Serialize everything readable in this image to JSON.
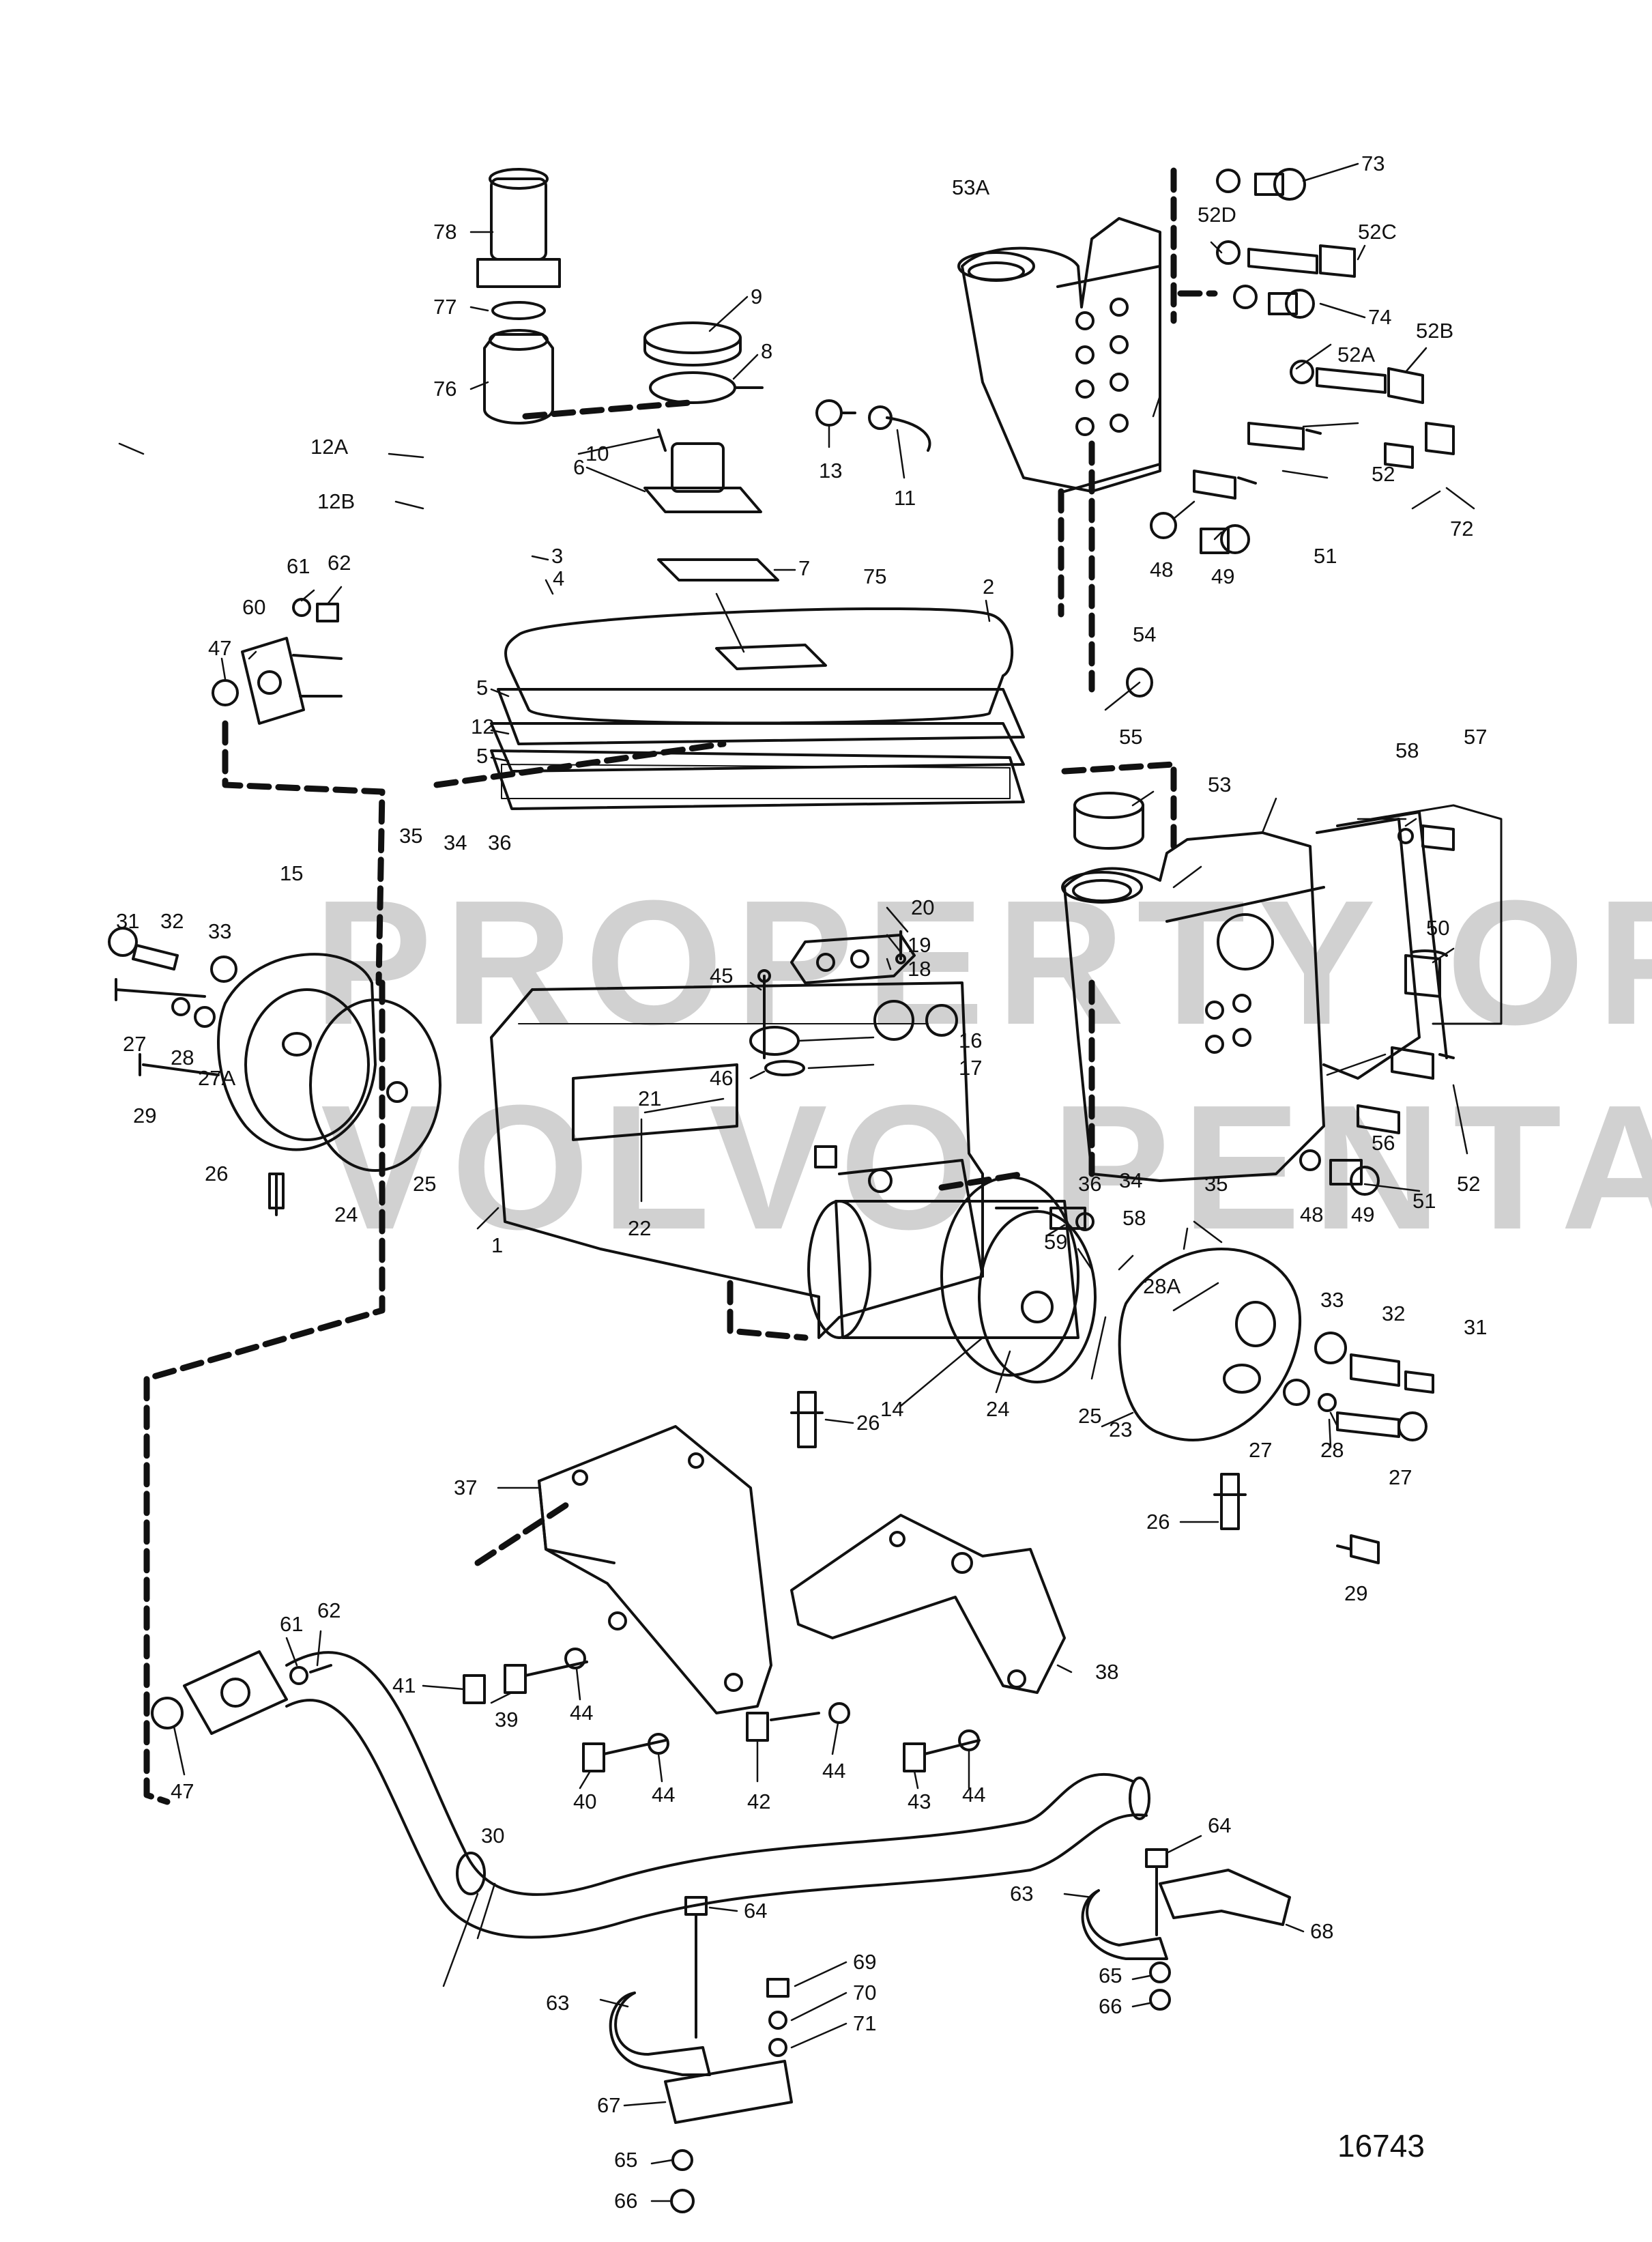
{
  "drawing_number": "16743",
  "watermark": [
    "PROPERTY OF",
    "VOLVO PENTA"
  ],
  "colors": {
    "ink": "#111111",
    "paper": "#ffffff",
    "watermark": "#9a9a9a"
  },
  "labels": [
    {
      "id": "1",
      "text": "1"
    },
    {
      "id": "2",
      "text": "2"
    },
    {
      "id": "3",
      "text": "3"
    },
    {
      "id": "4",
      "text": "4"
    },
    {
      "id": "5a",
      "text": "5"
    },
    {
      "id": "5b",
      "text": "5"
    },
    {
      "id": "6",
      "text": "6"
    },
    {
      "id": "7",
      "text": "7"
    },
    {
      "id": "8",
      "text": "8"
    },
    {
      "id": "9",
      "text": "9"
    },
    {
      "id": "10",
      "text": "10"
    },
    {
      "id": "11",
      "text": "11"
    },
    {
      "id": "12",
      "text": "12"
    },
    {
      "id": "12A",
      "text": "12A"
    },
    {
      "id": "12B",
      "text": "12B"
    },
    {
      "id": "13",
      "text": "13"
    },
    {
      "id": "14",
      "text": "14"
    },
    {
      "id": "15",
      "text": "15"
    },
    {
      "id": "16",
      "text": "16"
    },
    {
      "id": "17",
      "text": "17"
    },
    {
      "id": "18",
      "text": "18"
    },
    {
      "id": "19",
      "text": "19"
    },
    {
      "id": "20",
      "text": "20"
    },
    {
      "id": "21",
      "text": "21"
    },
    {
      "id": "22",
      "text": "22"
    },
    {
      "id": "23",
      "text": "23"
    },
    {
      "id": "24a",
      "text": "24"
    },
    {
      "id": "24b",
      "text": "24"
    },
    {
      "id": "25a",
      "text": "25"
    },
    {
      "id": "25b",
      "text": "25"
    },
    {
      "id": "26a",
      "text": "26"
    },
    {
      "id": "26b",
      "text": "26"
    },
    {
      "id": "26c",
      "text": "26"
    },
    {
      "id": "27a",
      "text": "27"
    },
    {
      "id": "27A",
      "text": "27A"
    },
    {
      "id": "27b",
      "text": "27"
    },
    {
      "id": "27c",
      "text": "27"
    },
    {
      "id": "28a",
      "text": "28"
    },
    {
      "id": "28A",
      "text": "28A"
    },
    {
      "id": "28b",
      "text": "28"
    },
    {
      "id": "29a",
      "text": "29"
    },
    {
      "id": "29b",
      "text": "29"
    },
    {
      "id": "30",
      "text": "30"
    },
    {
      "id": "31a",
      "text": "31"
    },
    {
      "id": "31b",
      "text": "31"
    },
    {
      "id": "32a",
      "text": "32"
    },
    {
      "id": "32b",
      "text": "32"
    },
    {
      "id": "33a",
      "text": "33"
    },
    {
      "id": "33b",
      "text": "33"
    },
    {
      "id": "34a",
      "text": "34"
    },
    {
      "id": "34b",
      "text": "34"
    },
    {
      "id": "35a",
      "text": "35"
    },
    {
      "id": "35b",
      "text": "35"
    },
    {
      "id": "36a",
      "text": "36"
    },
    {
      "id": "36b",
      "text": "36"
    },
    {
      "id": "37",
      "text": "37"
    },
    {
      "id": "38",
      "text": "38"
    },
    {
      "id": "39",
      "text": "39"
    },
    {
      "id": "40",
      "text": "40"
    },
    {
      "id": "41",
      "text": "41"
    },
    {
      "id": "42",
      "text": "42"
    },
    {
      "id": "43",
      "text": "43"
    },
    {
      "id": "44a",
      "text": "44"
    },
    {
      "id": "44b",
      "text": "44"
    },
    {
      "id": "44c",
      "text": "44"
    },
    {
      "id": "44d",
      "text": "44"
    },
    {
      "id": "45",
      "text": "45"
    },
    {
      "id": "46",
      "text": "46"
    },
    {
      "id": "47a",
      "text": "47"
    },
    {
      "id": "47b",
      "text": "47"
    },
    {
      "id": "48a",
      "text": "48"
    },
    {
      "id": "48b",
      "text": "48"
    },
    {
      "id": "49a",
      "text": "49"
    },
    {
      "id": "49b",
      "text": "49"
    },
    {
      "id": "50",
      "text": "50"
    },
    {
      "id": "51a",
      "text": "51"
    },
    {
      "id": "51b",
      "text": "51"
    },
    {
      "id": "52a",
      "text": "52"
    },
    {
      "id": "52b",
      "text": "52"
    },
    {
      "id": "52A",
      "text": "52A"
    },
    {
      "id": "52B",
      "text": "52B"
    },
    {
      "id": "52C",
      "text": "52C"
    },
    {
      "id": "52D",
      "text": "52D"
    },
    {
      "id": "53",
      "text": "53"
    },
    {
      "id": "53A",
      "text": "53A"
    },
    {
      "id": "54",
      "text": "54"
    },
    {
      "id": "55",
      "text": "55"
    },
    {
      "id": "56",
      "text": "56"
    },
    {
      "id": "57",
      "text": "57"
    },
    {
      "id": "58a",
      "text": "58"
    },
    {
      "id": "58b",
      "text": "58"
    },
    {
      "id": "59",
      "text": "59"
    },
    {
      "id": "60",
      "text": "60"
    },
    {
      "id": "61a",
      "text": "61"
    },
    {
      "id": "61b",
      "text": "61"
    },
    {
      "id": "62a",
      "text": "62"
    },
    {
      "id": "62b",
      "text": "62"
    },
    {
      "id": "63a",
      "text": "63"
    },
    {
      "id": "63b",
      "text": "63"
    },
    {
      "id": "64a",
      "text": "64"
    },
    {
      "id": "64b",
      "text": "64"
    },
    {
      "id": "65a",
      "text": "65"
    },
    {
      "id": "65b",
      "text": "65"
    },
    {
      "id": "66a",
      "text": "66"
    },
    {
      "id": "66b",
      "text": "66"
    },
    {
      "id": "67",
      "text": "67"
    },
    {
      "id": "68",
      "text": "68"
    },
    {
      "id": "69",
      "text": "69"
    },
    {
      "id": "70",
      "text": "70"
    },
    {
      "id": "71",
      "text": "71"
    },
    {
      "id": "72",
      "text": "72"
    },
    {
      "id": "73",
      "text": "73"
    },
    {
      "id": "74",
      "text": "74"
    },
    {
      "id": "75",
      "text": "75"
    },
    {
      "id": "76",
      "text": "76"
    },
    {
      "id": "77",
      "text": "77"
    },
    {
      "id": "78",
      "text": "78"
    }
  ]
}
